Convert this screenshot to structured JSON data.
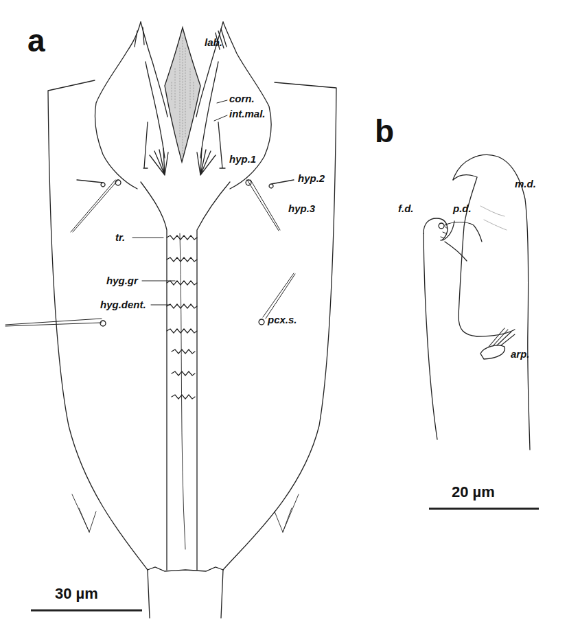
{
  "diagram": {
    "labels": [
      "a",
      "lab.",
      "corn.",
      "int.mal.",
      "hyp.1",
      "hyp.2",
      "hyp.3",
      "tr.",
      "hyg.gr",
      "hyg.dent.",
      "pcx.s.",
      "30 µm",
      "b",
      "f.d.",
      "m.d.",
      "p.d.",
      "arp.",
      "20 µm"
    ]
  }
}
